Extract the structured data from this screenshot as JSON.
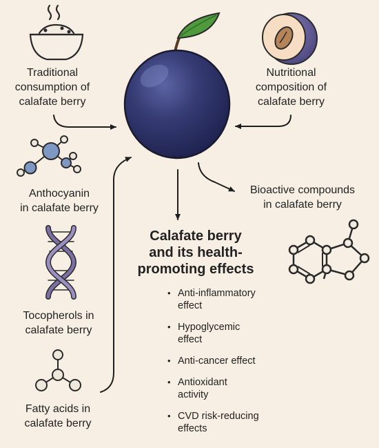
{
  "colors": {
    "background": "#f7efe4",
    "berry": "#2e3366",
    "berry_highlight": "#6a74b4",
    "leaf": "#4e9a3c",
    "molecule_blue": "#7e98c4",
    "dna_purple": "#7b6fa3",
    "seed": "#b58458",
    "stroke": "#2a2a2a"
  },
  "labels": {
    "traditional": [
      "Traditional",
      "consumption of",
      "calafate berry"
    ],
    "nutritional": [
      "Nutritional",
      "composition of",
      "calafate berry"
    ],
    "anthocyanin": [
      "Anthocyanin",
      "in calafate berry"
    ],
    "bioactive": [
      "Bioactive compounds",
      "in calafate berry"
    ],
    "tocopherols": [
      "Tocopherols in",
      "calafate berry"
    ],
    "fatty_acids": [
      "Fatty acids in",
      "calafate berry"
    ]
  },
  "title": [
    "Calafate berry",
    "and its health-",
    "promoting effects"
  ],
  "effects": [
    [
      "Anti-inflammatory",
      "effect"
    ],
    [
      "Hypoglycemic",
      "effect"
    ],
    [
      "Anti-cancer effect"
    ],
    [
      "Antioxidant",
      "activity"
    ],
    [
      "CVD risk-reducing",
      "effects"
    ]
  ],
  "icons": [
    "steaming-bowl-icon",
    "berry-cross-section-icon",
    "anthocyanin-molecule-icon",
    "dna-helix-icon",
    "fatty-acid-molecule-icon",
    "bioactive-ring-molecule-icon",
    "calafate-berry-icon"
  ]
}
